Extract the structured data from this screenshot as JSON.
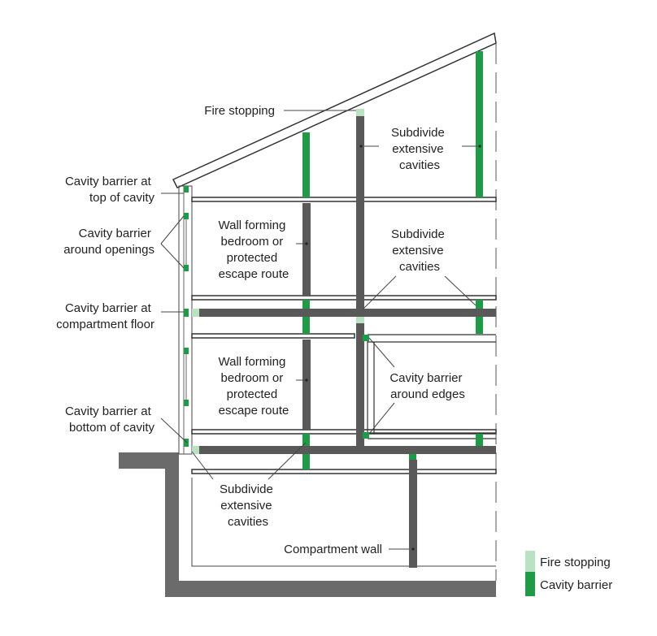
{
  "colors": {
    "fire_stopping": "#b9e2c3",
    "cavity_barrier": "#1e9b46",
    "wall": "#595959",
    "ground": "#6b6b6b"
  },
  "labels": {
    "fire_stopping_top": "Fire stopping",
    "subdivide_roof": [
      "Subdivide",
      "extensive",
      "cavities"
    ],
    "subdivide_mid": [
      "Subdivide",
      "extensive",
      "cavities"
    ],
    "subdivide_bottom": [
      "Subdivide",
      "extensive",
      "cavities"
    ],
    "cb_top": [
      "Cavity barrier at",
      "top of cavity"
    ],
    "cb_openings": [
      "Cavity barrier",
      "around openings"
    ],
    "cb_floor": [
      "Cavity barrier at",
      "compartment floor"
    ],
    "cb_bottom": [
      "Cavity barrier at",
      "bottom of cavity"
    ],
    "wall_upper": [
      "Wall forming",
      "bedroom or",
      "protected",
      "escape route"
    ],
    "wall_lower": [
      "Wall forming",
      "bedroom or",
      "protected",
      "escape route"
    ],
    "cb_edges": [
      "Cavity barrier",
      "around edges"
    ],
    "compartment_wall": "Compartment wall"
  },
  "legend": {
    "fire_stopping": "Fire stopping",
    "cavity_barrier": "Cavity barrier"
  }
}
